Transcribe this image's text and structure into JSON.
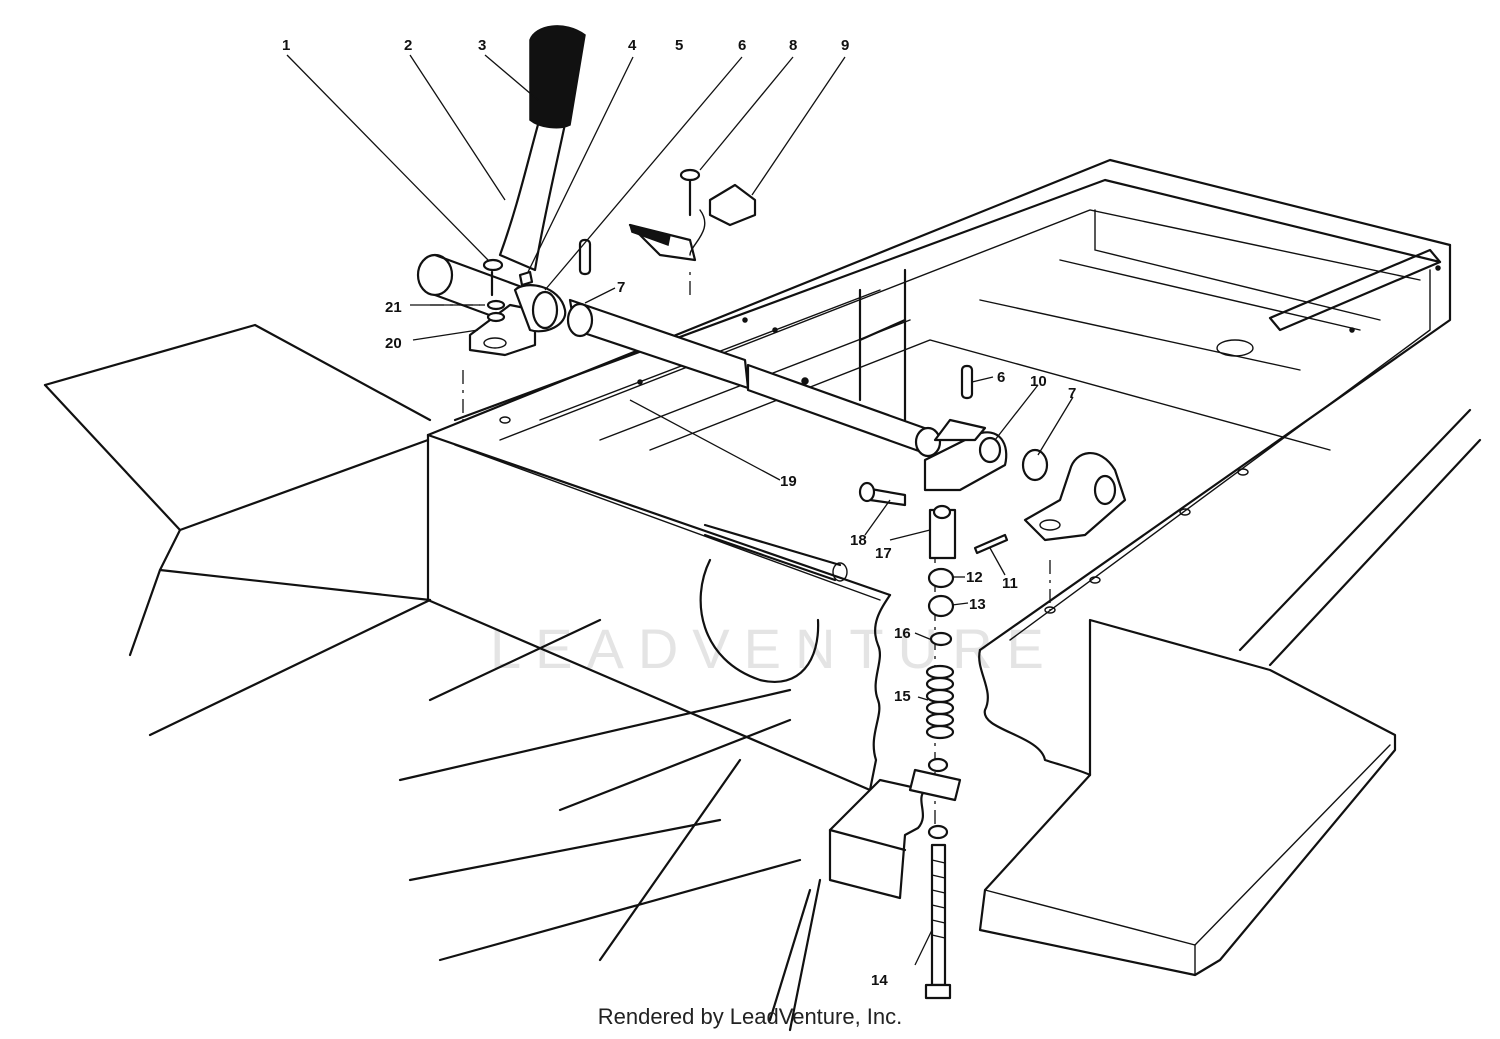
{
  "watermark": "LEADVENTURE",
  "footer": "Rendered by LeadVenture, Inc.",
  "callouts": {
    "c1": "1",
    "c2": "2",
    "c3": "3",
    "c4": "4",
    "c5": "5",
    "c6a": "6",
    "c8a": "8",
    "c9": "9",
    "c21": "21",
    "c20": "20",
    "c7a": "7",
    "c6b": "6",
    "c10": "10",
    "c7b": "7",
    "c19": "19",
    "c18": "18",
    "c17": "17",
    "c12": "12",
    "c11": "11",
    "c13": "13",
    "c16": "16",
    "c15": "15",
    "c14": "14"
  }
}
